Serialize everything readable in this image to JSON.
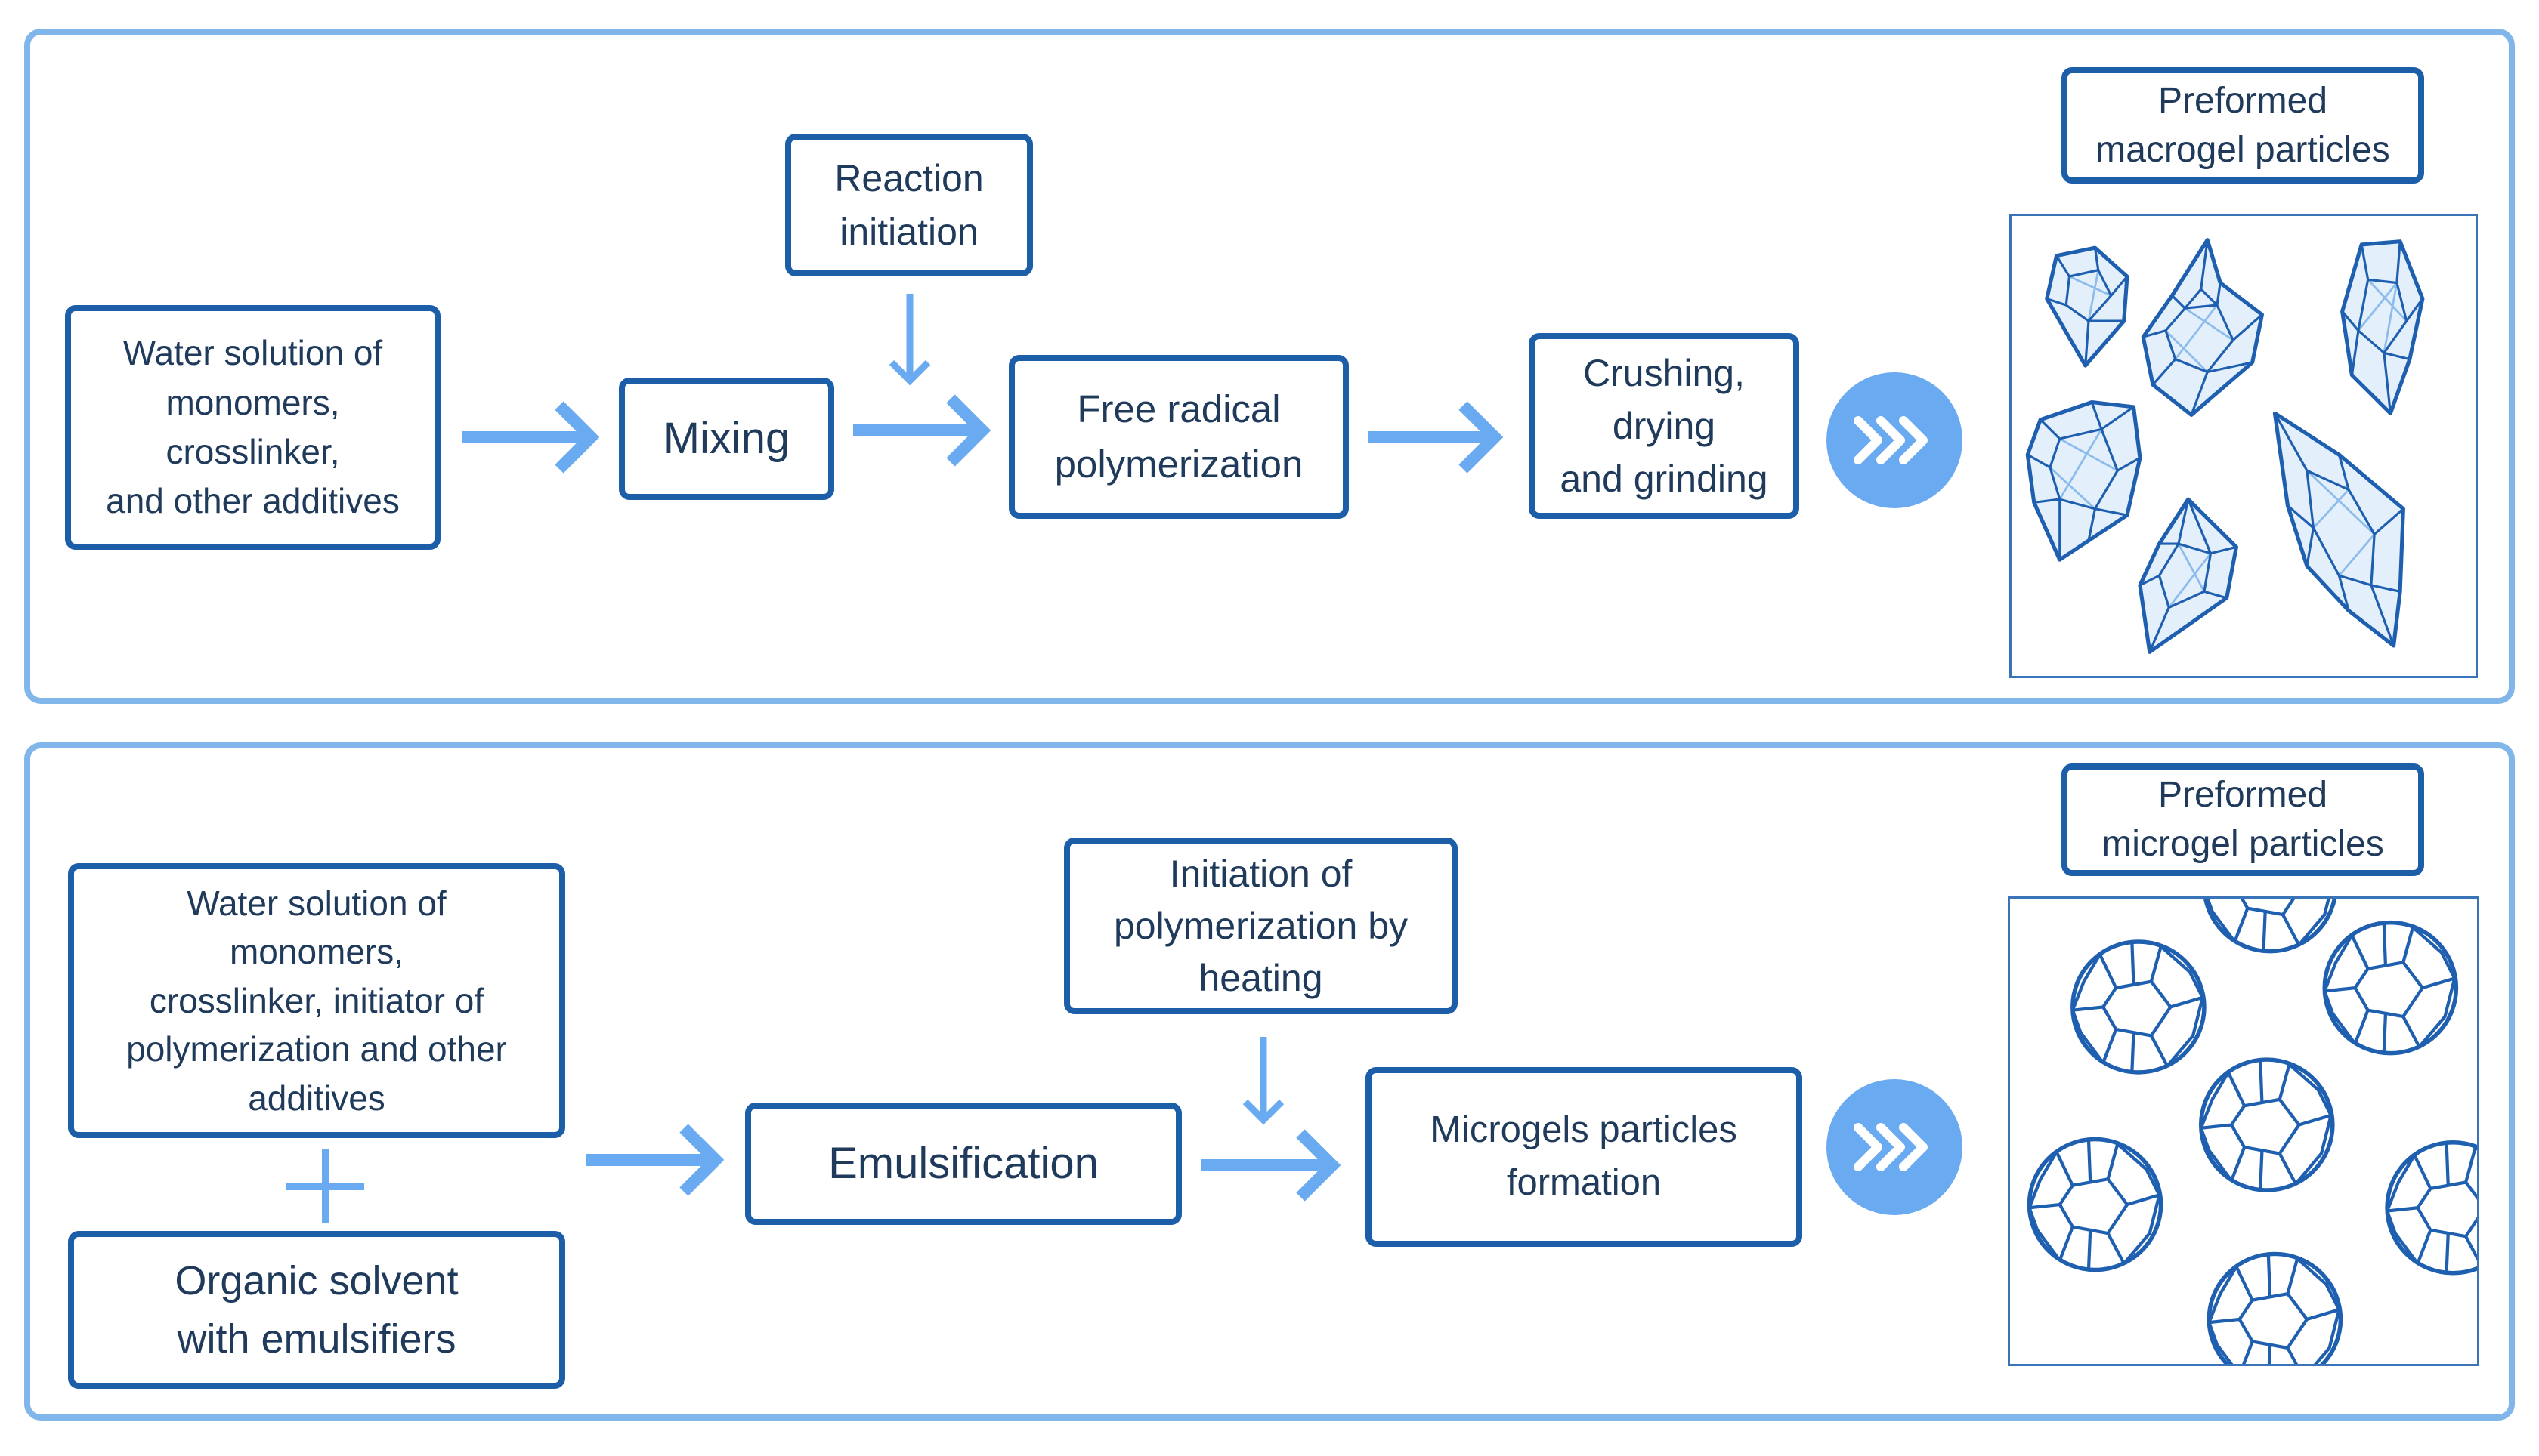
{
  "colors": {
    "panel_border": "#80b6ea",
    "box_border": "#1c5ea8",
    "text": "#1f3a5a",
    "arrow": "#6aaaf0",
    "badge_fill": "#6aaaf0",
    "particle_line": "#1f5fb0",
    "particle_fill": "#d9e9fa",
    "frame_border": "#3a74b8"
  },
  "icons": {
    "step_badge": "triple-chevron-right-icon",
    "combine": "plus-icon"
  },
  "macrogel_route": {
    "starting_solution": {
      "lines": [
        "Water solution of",
        "monomers,",
        "crosslinker,",
        "and other additives"
      ]
    },
    "mixing": {
      "lines": [
        "Mixing"
      ]
    },
    "reaction_initiation": {
      "lines": [
        "Reaction",
        "initiation"
      ]
    },
    "polymerization": {
      "lines": [
        "Free radical",
        "polymerization"
      ]
    },
    "processing": {
      "lines": [
        "Crushing,",
        "drying",
        "and grinding"
      ]
    },
    "product": {
      "lines": [
        "Preformed",
        "macrogel particles"
      ]
    }
  },
  "microgel_route": {
    "aqueous_phase": {
      "lines": [
        "Water solution of",
        "monomers,",
        "crosslinker, initiator of",
        "polymerization and other",
        "additives"
      ]
    },
    "oil_phase": {
      "lines": [
        "Organic solvent",
        "with emulsifiers"
      ]
    },
    "emulsification": {
      "lines": [
        "Emulsification"
      ]
    },
    "heating_initiation": {
      "lines": [
        "Initiation of",
        "polymerization by",
        "heating"
      ]
    },
    "particle_formation": {
      "lines": [
        "Microgels particles",
        "formation"
      ]
    },
    "product": {
      "lines": [
        "Preformed",
        "microgel particles"
      ]
    }
  }
}
